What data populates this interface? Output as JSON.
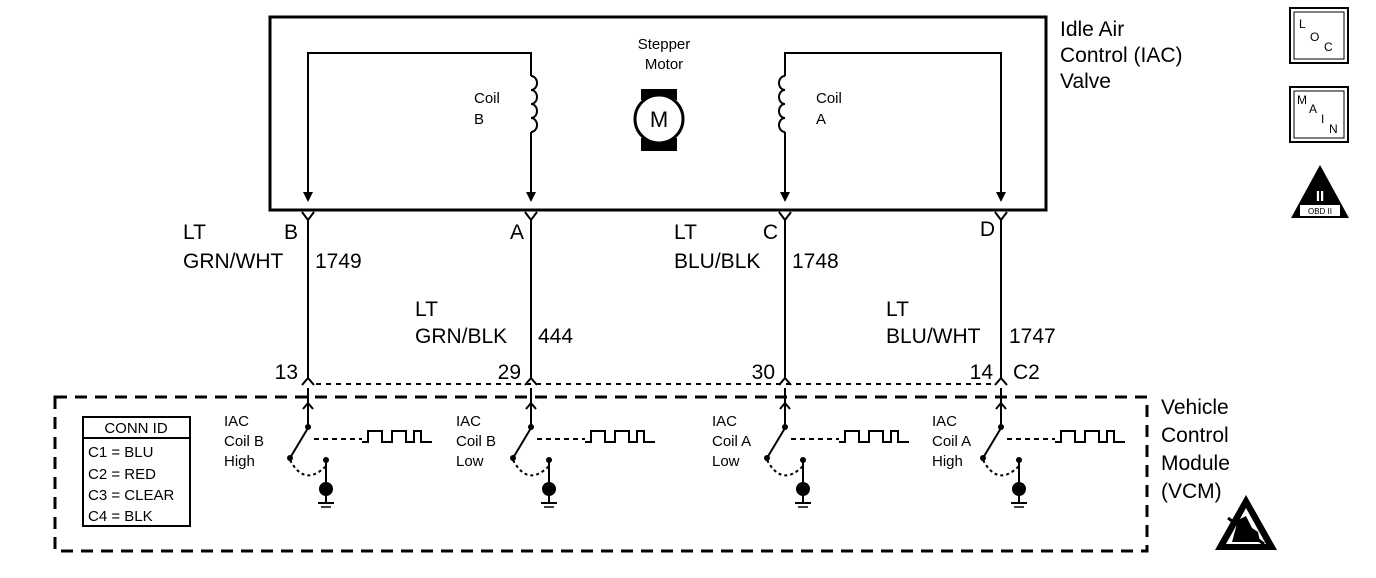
{
  "iac_valve": {
    "title_lines": [
      "Idle Air",
      "Control (IAC)",
      "Valve"
    ],
    "stepper_lines": [
      "Stepper",
      "Motor"
    ],
    "motor_symbol": "M",
    "coil_b_lines": [
      "Coil",
      "B"
    ],
    "coil_a_lines": [
      "Coil",
      "A"
    ]
  },
  "pins": [
    "B",
    "A",
    "C",
    "D"
  ],
  "wires": [
    {
      "color_lines": [
        "LT",
        "GRN/WHT"
      ],
      "circuit": "1749",
      "vcm_pin": "13"
    },
    {
      "color_lines": [
        "LT",
        "GRN/BLK"
      ],
      "circuit": "444",
      "vcm_pin": "29"
    },
    {
      "color_lines": [
        "LT",
        "BLU/BLK"
      ],
      "circuit": "1748",
      "vcm_pin": "30"
    },
    {
      "color_lines": [
        "LT",
        "BLU/WHT"
      ],
      "circuit": "1747",
      "vcm_pin": "14"
    }
  ],
  "connector_label": "C2",
  "vcm": {
    "title_lines": [
      "Vehicle",
      "Control",
      "Module",
      "(VCM)"
    ],
    "drivers": [
      {
        "lines": [
          "IAC",
          "Coil B",
          "High"
        ]
      },
      {
        "lines": [
          "IAC",
          "Coil B",
          "Low"
        ]
      },
      {
        "lines": [
          "IAC",
          "Coil A",
          "Low"
        ]
      },
      {
        "lines": [
          "IAC",
          "Coil A",
          "High"
        ]
      }
    ]
  },
  "conn_id": {
    "header": "CONN ID",
    "rows": [
      "C1 = BLU",
      "C2 = RED",
      "C3 = CLEAR",
      "C4 = BLK"
    ]
  },
  "icons": {
    "loc": [
      "L",
      "O",
      "C"
    ],
    "main": [
      "M",
      "A",
      "I",
      "N"
    ],
    "obd": {
      "numeral": "II",
      "label": "OBD II"
    },
    "esd": "esd-warning-icon"
  }
}
